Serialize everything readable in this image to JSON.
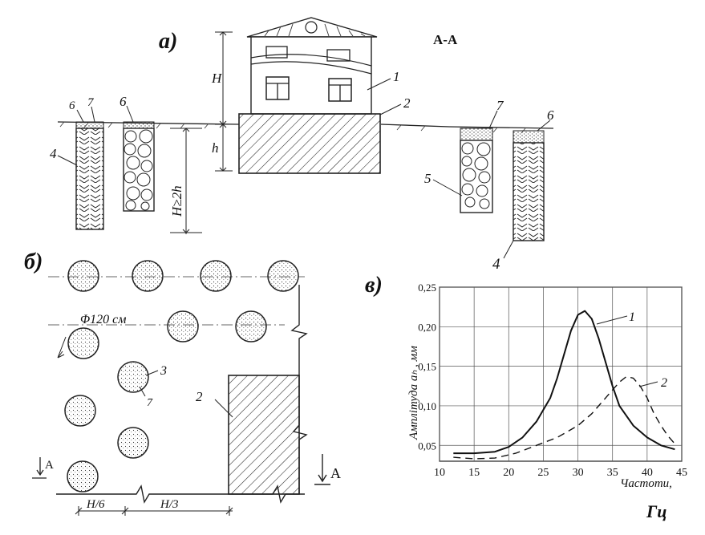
{
  "panel_a": {
    "letter": "а)",
    "section_label": "А-А",
    "label_H": "H",
    "label_h": "h",
    "label_depth": "H≥2h",
    "callouts": {
      "house": "1",
      "foundation": "2",
      "gravel_left": "6",
      "cover_left": "7",
      "trench_right": "5",
      "top_right": "7",
      "cover_right": "6",
      "wall_left": "4",
      "wall_right": "4"
    }
  },
  "panel_b": {
    "letter": "б)",
    "diameter_label": "Φ120 см",
    "pile_label": "3",
    "fill_label": "7",
    "foundation_label": "2",
    "section_mark_left": "А",
    "section_mark_right": "А",
    "dim_left": "H/6",
    "dim_right": "H/3"
  },
  "panel_c": {
    "letter": "в)",
    "chart_data": {
      "type": "line",
      "title": "",
      "xlabel": "Частоти,",
      "xlabel_unit": "Гц",
      "ylabel": "Амплітуда aₕ , мм",
      "xlim": [
        10,
        45
      ],
      "ylim": [
        0.03,
        0.25
      ],
      "xticks": [
        10,
        15,
        20,
        25,
        30,
        35,
        40,
        45
      ],
      "yticks": [
        0.05,
        0.1,
        0.15,
        0.2,
        0.25
      ],
      "ytick_labels": [
        "0,05",
        "0,10",
        "0,15",
        "0,20",
        "0,25"
      ],
      "grid": true,
      "series": [
        {
          "name": "1",
          "style": "solid",
          "x": [
            12,
            15,
            18,
            20,
            22,
            24,
            26,
            27,
            28,
            29,
            30,
            31,
            32,
            33,
            34,
            35,
            36,
            38,
            40,
            42,
            44
          ],
          "y": [
            0.04,
            0.04,
            0.042,
            0.048,
            0.06,
            0.08,
            0.11,
            0.135,
            0.165,
            0.195,
            0.215,
            0.22,
            0.21,
            0.185,
            0.155,
            0.125,
            0.1,
            0.075,
            0.06,
            0.05,
            0.045
          ]
        },
        {
          "name": "2",
          "style": "dashed",
          "x": [
            12,
            15,
            18,
            21,
            24,
            27,
            30,
            32,
            34,
            35,
            36,
            37,
            38,
            39,
            40,
            41,
            42,
            43,
            44
          ],
          "y": [
            0.035,
            0.033,
            0.034,
            0.04,
            0.05,
            0.06,
            0.075,
            0.09,
            0.11,
            0.12,
            0.13,
            0.137,
            0.135,
            0.125,
            0.11,
            0.09,
            0.075,
            0.062,
            0.052
          ]
        }
      ]
    }
  }
}
